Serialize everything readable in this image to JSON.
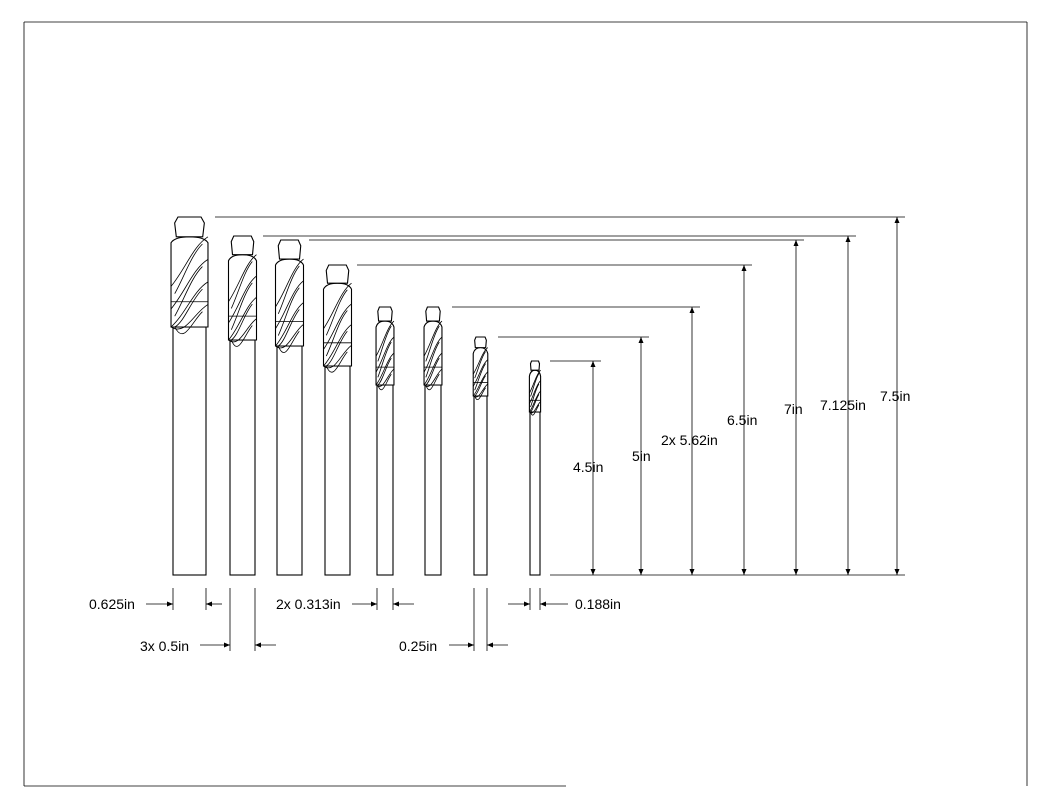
{
  "drawing": {
    "lengths": [
      {
        "label": "7.5in",
        "value": 7.5
      },
      {
        "label": "7.125in",
        "value": 7.125
      },
      {
        "label": "7in",
        "value": 7
      },
      {
        "label": "6.5in",
        "value": 6.5
      },
      {
        "label": "2x 5.62in",
        "value": 5.62
      },
      {
        "label": "5in",
        "value": 5
      },
      {
        "label": "4.5in",
        "value": 4.5
      }
    ],
    "diameters": [
      {
        "label": "0.625in",
        "value": 0.625
      },
      {
        "label": "3x 0.5in",
        "value": 0.5
      },
      {
        "label": "2x 0.313in",
        "value": 0.313
      },
      {
        "label": "0.25in",
        "value": 0.25
      },
      {
        "label": "0.188in",
        "value": 0.188
      }
    ]
  }
}
